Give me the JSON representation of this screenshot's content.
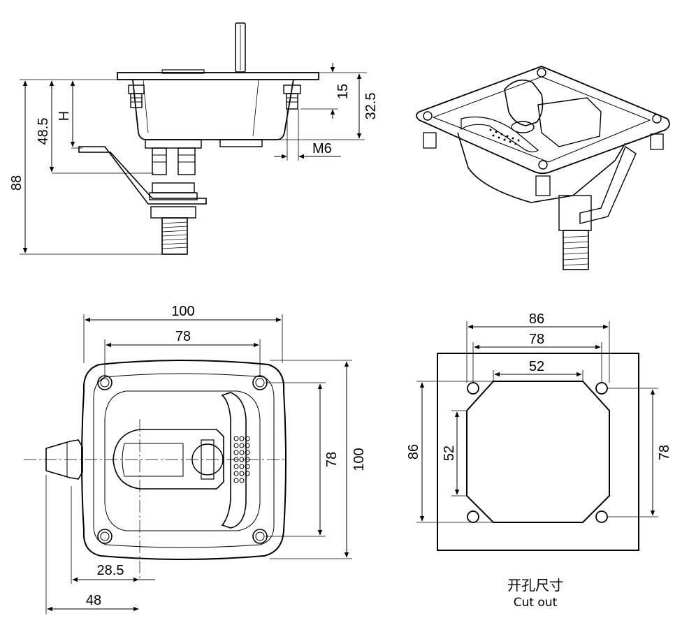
{
  "side_view": {
    "dims": {
      "overall_height": "88",
      "latch_height": "48.5",
      "h_label": "H",
      "flange": "15",
      "body_depth": "32.5",
      "thread": "M6"
    }
  },
  "top_view": {
    "dims": {
      "width": "100",
      "hole_spacing_x": "78",
      "hole_spacing_y": "78",
      "height": "100",
      "handle_offset": "28.5",
      "total_offset": "48"
    }
  },
  "cutout": {
    "dims": {
      "outer": "86",
      "hole_spacing": "78",
      "inner": "52",
      "outer_v": "86",
      "inner_v": "52",
      "hole_spacing_v": "78"
    },
    "caption_cn": "开孔尺寸",
    "caption_en": "Cut out"
  }
}
